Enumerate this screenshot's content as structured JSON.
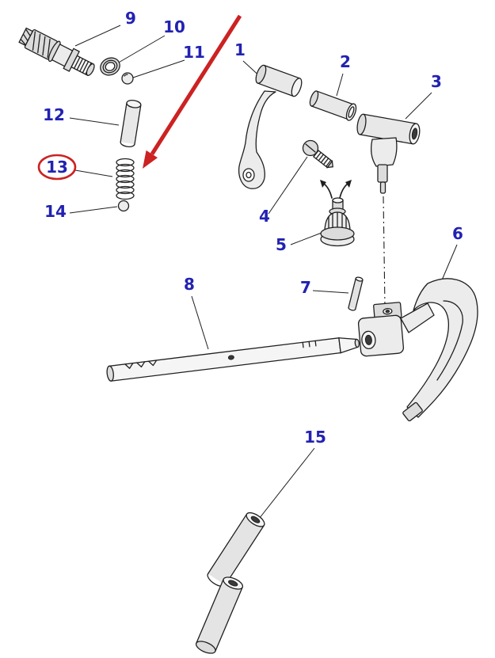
{
  "palette": {
    "background": "#ffffff",
    "ink": "#1f1f1f",
    "label": "#2222b2",
    "highlight": "#cc2222"
  },
  "highlight": {
    "part": "13"
  },
  "labels": [
    {
      "part": "1",
      "text": "1"
    },
    {
      "part": "2",
      "text": "2"
    },
    {
      "part": "3",
      "text": "3"
    },
    {
      "part": "4",
      "text": "4"
    },
    {
      "part": "5",
      "text": "5"
    },
    {
      "part": "6",
      "text": "6"
    },
    {
      "part": "7",
      "text": "7"
    },
    {
      "part": "8",
      "text": "8"
    },
    {
      "part": "9",
      "text": "9"
    },
    {
      "part": "10",
      "text": "10"
    },
    {
      "part": "11",
      "text": "11"
    },
    {
      "part": "12",
      "text": "12"
    },
    {
      "part": "13",
      "text": "13",
      "highlighted": true
    },
    {
      "part": "14",
      "text": "14"
    },
    {
      "part": "15",
      "text": "15"
    }
  ]
}
